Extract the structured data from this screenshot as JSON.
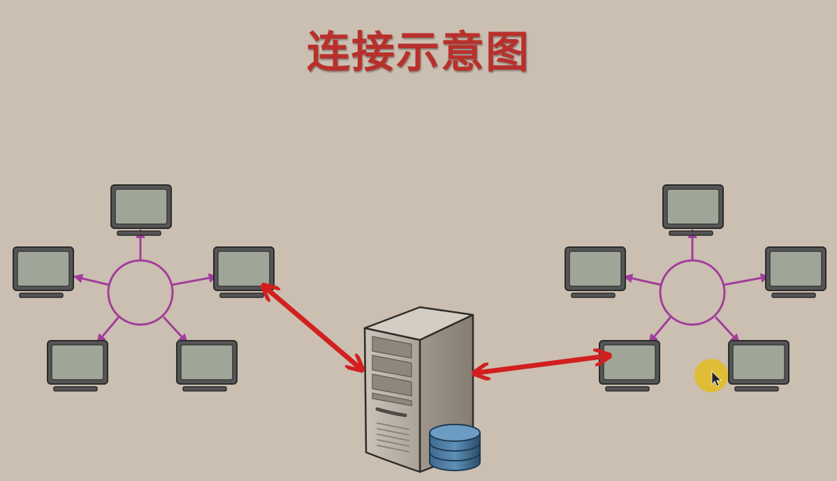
{
  "title": "连接示意图",
  "colors": {
    "background": "#cbbfb1",
    "title": "#b8302c",
    "hub": "#a23d9a",
    "link_arrow": "#d1201f",
    "monitor_frame": "#555555",
    "monitor_screen": "#9fa697",
    "server_body": "#b3aca2",
    "database": "#2f5778",
    "cursor_highlight": "#e3bc21"
  },
  "diagram": {
    "networks": [
      {
        "name": "left-network",
        "hub": "hub-circle",
        "computers": 5
      },
      {
        "name": "right-network",
        "hub": "hub-circle",
        "computers": 5
      }
    ],
    "center": {
      "server": "server-tower",
      "storage": "database-icon"
    },
    "links": [
      {
        "from": "left-network",
        "to": "server",
        "style": "double-arrow"
      },
      {
        "from": "server",
        "to": "right-network",
        "style": "double-arrow"
      }
    ]
  }
}
